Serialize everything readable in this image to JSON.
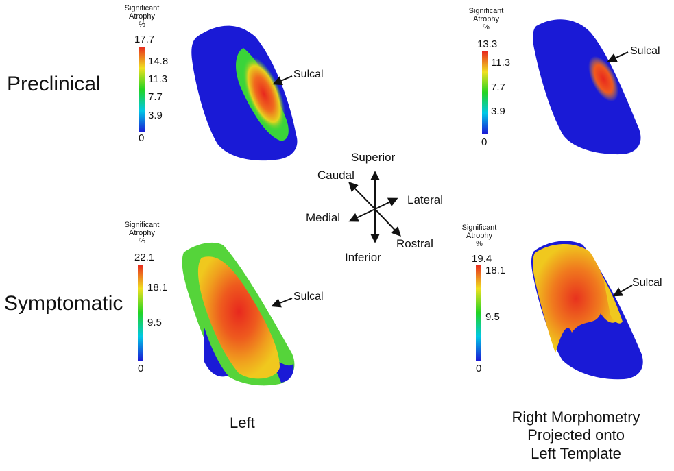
{
  "rows": {
    "preclinical": "Preclinical",
    "symptomatic": "Symptomatic"
  },
  "columns": {
    "left": "Left",
    "right_line1": "Right Morphometry",
    "right_line2": "Projected onto",
    "right_line3": "Left Template"
  },
  "colorbar_title": {
    "line1": "Significant",
    "line2": "Atrophy",
    "line3": "%"
  },
  "panels": {
    "tl": {
      "max": "17.7",
      "ticks": [
        "14.8",
        "11.3",
        "7.7",
        "3.9"
      ],
      "min": "0",
      "annotation": "Sulcal"
    },
    "tr": {
      "max": "13.3",
      "ticks": [
        "11.3",
        "7.7",
        "3.9"
      ],
      "min": "0",
      "annotation": "Sulcal"
    },
    "bl": {
      "max": "22.1",
      "ticks": [
        "18.1",
        "9.5"
      ],
      "min": "0",
      "annotation": "Sulcal"
    },
    "br": {
      "max": "19.4",
      "ticks": [
        "18.1",
        "9.5"
      ],
      "min": "0",
      "annotation": "Sulcal"
    }
  },
  "orientation": {
    "superior": "Superior",
    "inferior": "Inferior",
    "caudal": "Caudal",
    "rostral": "Rostral",
    "lateral": "Lateral",
    "medial": "Medial"
  },
  "colors": {
    "blue": "#1a1ad6",
    "cyan": "#00c8e6",
    "green": "#22d422",
    "yellow": "#f0e020",
    "orange": "#f08a1e",
    "red": "#e8281e"
  }
}
